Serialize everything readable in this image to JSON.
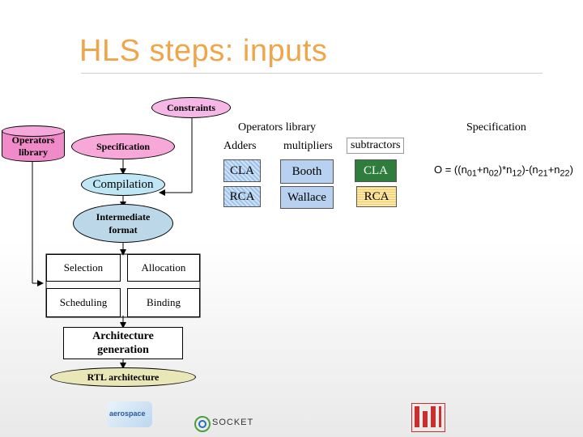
{
  "slide": {
    "title": "HLS steps: inputs"
  },
  "flow": {
    "constraints": "Constraints",
    "operators_library_line1": "Operators",
    "operators_library_line2": "library",
    "specification": "Specification",
    "compilation": "Compilation",
    "intermediate_line1": "Intermediate",
    "intermediate_line2": "format",
    "selection": "Selection",
    "allocation": "Allocation",
    "scheduling": "Scheduling",
    "binding": "Binding",
    "architecture_line1": "Architecture",
    "architecture_line2": "generation",
    "rtl": "RTL architecture"
  },
  "library": {
    "heading": "Operators library",
    "columns": [
      "Adders",
      "multipliers",
      "subtractors"
    ],
    "rows": [
      [
        "CLA",
        "Booth",
        "CLA"
      ],
      [
        "RCA",
        "Wallace",
        "RCA"
      ]
    ]
  },
  "spec": {
    "heading": "Specification",
    "formula_prefix": "O = ((n",
    "s01": "01",
    "plus1": "+n",
    "s02": "02",
    "mul": ")*n",
    "s12": "12",
    "minus": ")-(n",
    "s21": "21",
    "plus2": "+n",
    "s22": "22",
    "close": ")"
  },
  "logos": {
    "aerospace": "aerospace",
    "socket": "SOCKET"
  },
  "colors": {
    "title": "#f0a54a",
    "constraints_fill": "#f5b8e6",
    "spec_fill": "#f7a8d8",
    "operators_fill": "#f08ac8",
    "compilation_fill": "#bfe6f4",
    "intermediate_fill": "#bcd8e8",
    "rtl_fill": "#e9e7b8",
    "green_cell": "#2f7d3c"
  }
}
